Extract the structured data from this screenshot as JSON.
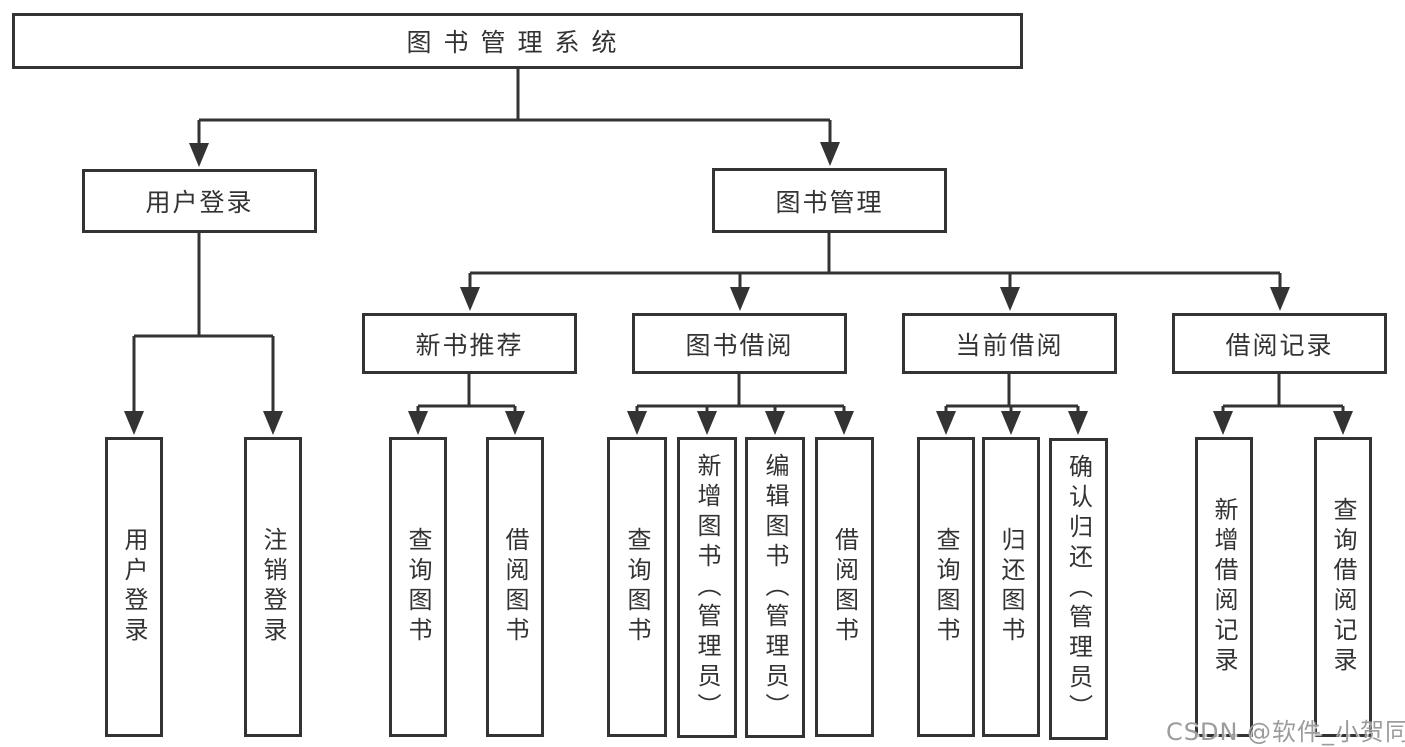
{
  "diagram": {
    "root": {
      "label": "图书管理系统"
    },
    "branches": {
      "user_login": {
        "label": "用户登录",
        "children": [
          {
            "label": "用户登录"
          },
          {
            "label": "注销登录"
          }
        ]
      },
      "book_management": {
        "label": "图书管理",
        "children": [
          {
            "label": "新书推荐",
            "children": [
              {
                "label": "查询图书"
              },
              {
                "label": "借阅图书"
              }
            ]
          },
          {
            "label": "图书借阅",
            "children": [
              {
                "label": "查询图书"
              },
              {
                "label": "新增图书（管理员）"
              },
              {
                "label": "编辑图书（管理员）"
              },
              {
                "label": "借阅图书"
              }
            ]
          },
          {
            "label": "当前借阅",
            "children": [
              {
                "label": "查询图书"
              },
              {
                "label": "归还图书"
              },
              {
                "label": "确认归还（管理员）"
              }
            ]
          },
          {
            "label": "借阅记录",
            "children": [
              {
                "label": "新增借阅记录"
              },
              {
                "label": "查询借阅记录"
              }
            ]
          }
        ]
      }
    }
  },
  "watermark": {
    "text": "CSDN @软件_小贺同学"
  },
  "colors": {
    "line": "#333333",
    "text": "#333333",
    "box_background": "#ffffff",
    "watermark": "#9c9c9c",
    "background": "#ffffff"
  }
}
